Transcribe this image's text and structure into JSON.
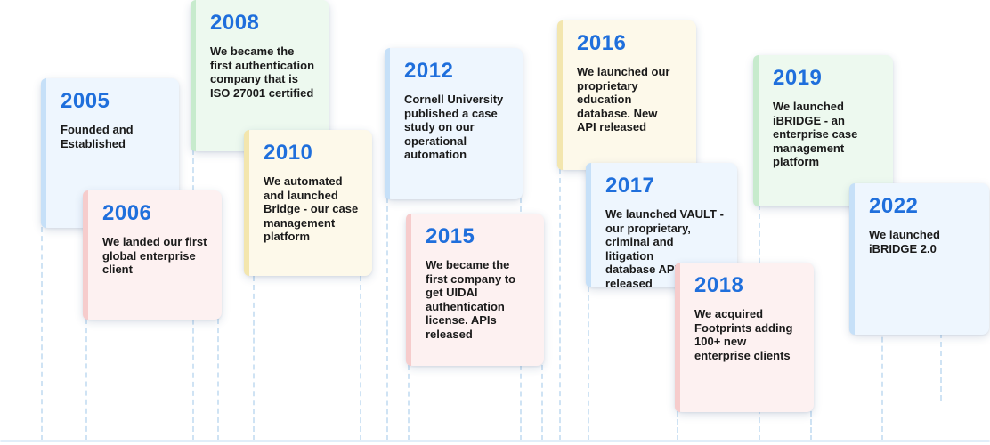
{
  "colors": {
    "year_text": "#1f6fdc",
    "blue_card": "#eef6fe",
    "pink_card": "#fdf1f1",
    "green_card": "#edf9ef",
    "yellow_card": "#fdf9ea",
    "connector": "#cfe3f4"
  },
  "milestones": [
    {
      "year": "2005",
      "text": "Founded and\nEstablished"
    },
    {
      "year": "2006",
      "text": "We landed our first\nglobal enterprise\nclient"
    },
    {
      "year": "2008",
      "text": "We became the\nfirst authentication\ncompany that is\nISO 27001 certified"
    },
    {
      "year": "2010",
      "text": "We automated\nand launched\nBridge - our case\nmanagement\nplatform"
    },
    {
      "year": "2012",
      "text": "Cornell University\npublished a case\nstudy on our\noperational\nautomation"
    },
    {
      "year": "2015",
      "text": "We became the\nfirst company to\nget UIDAI\nauthentication\nlicense. APIs\nreleased"
    },
    {
      "year": "2016",
      "text": " We launched our\nproprietary\neducation\ndatabase. New\nAPI released"
    },
    {
      "year": "2017",
      "text": "We launched VAULT -\nour proprietary,\ncriminal and litigation\ndatabase APIs\nreleased"
    },
    {
      "year": "2018",
      "text": "We acquired\nFootprints adding\n100+ new\nenterprise clients"
    },
    {
      "year": "2019",
      "text": "We launched\niBRIDGE - an\nenterprise case\nmanagement\nplatform"
    },
    {
      "year": "2022",
      "text": "We launched\niBRIDGE 2.0"
    }
  ]
}
